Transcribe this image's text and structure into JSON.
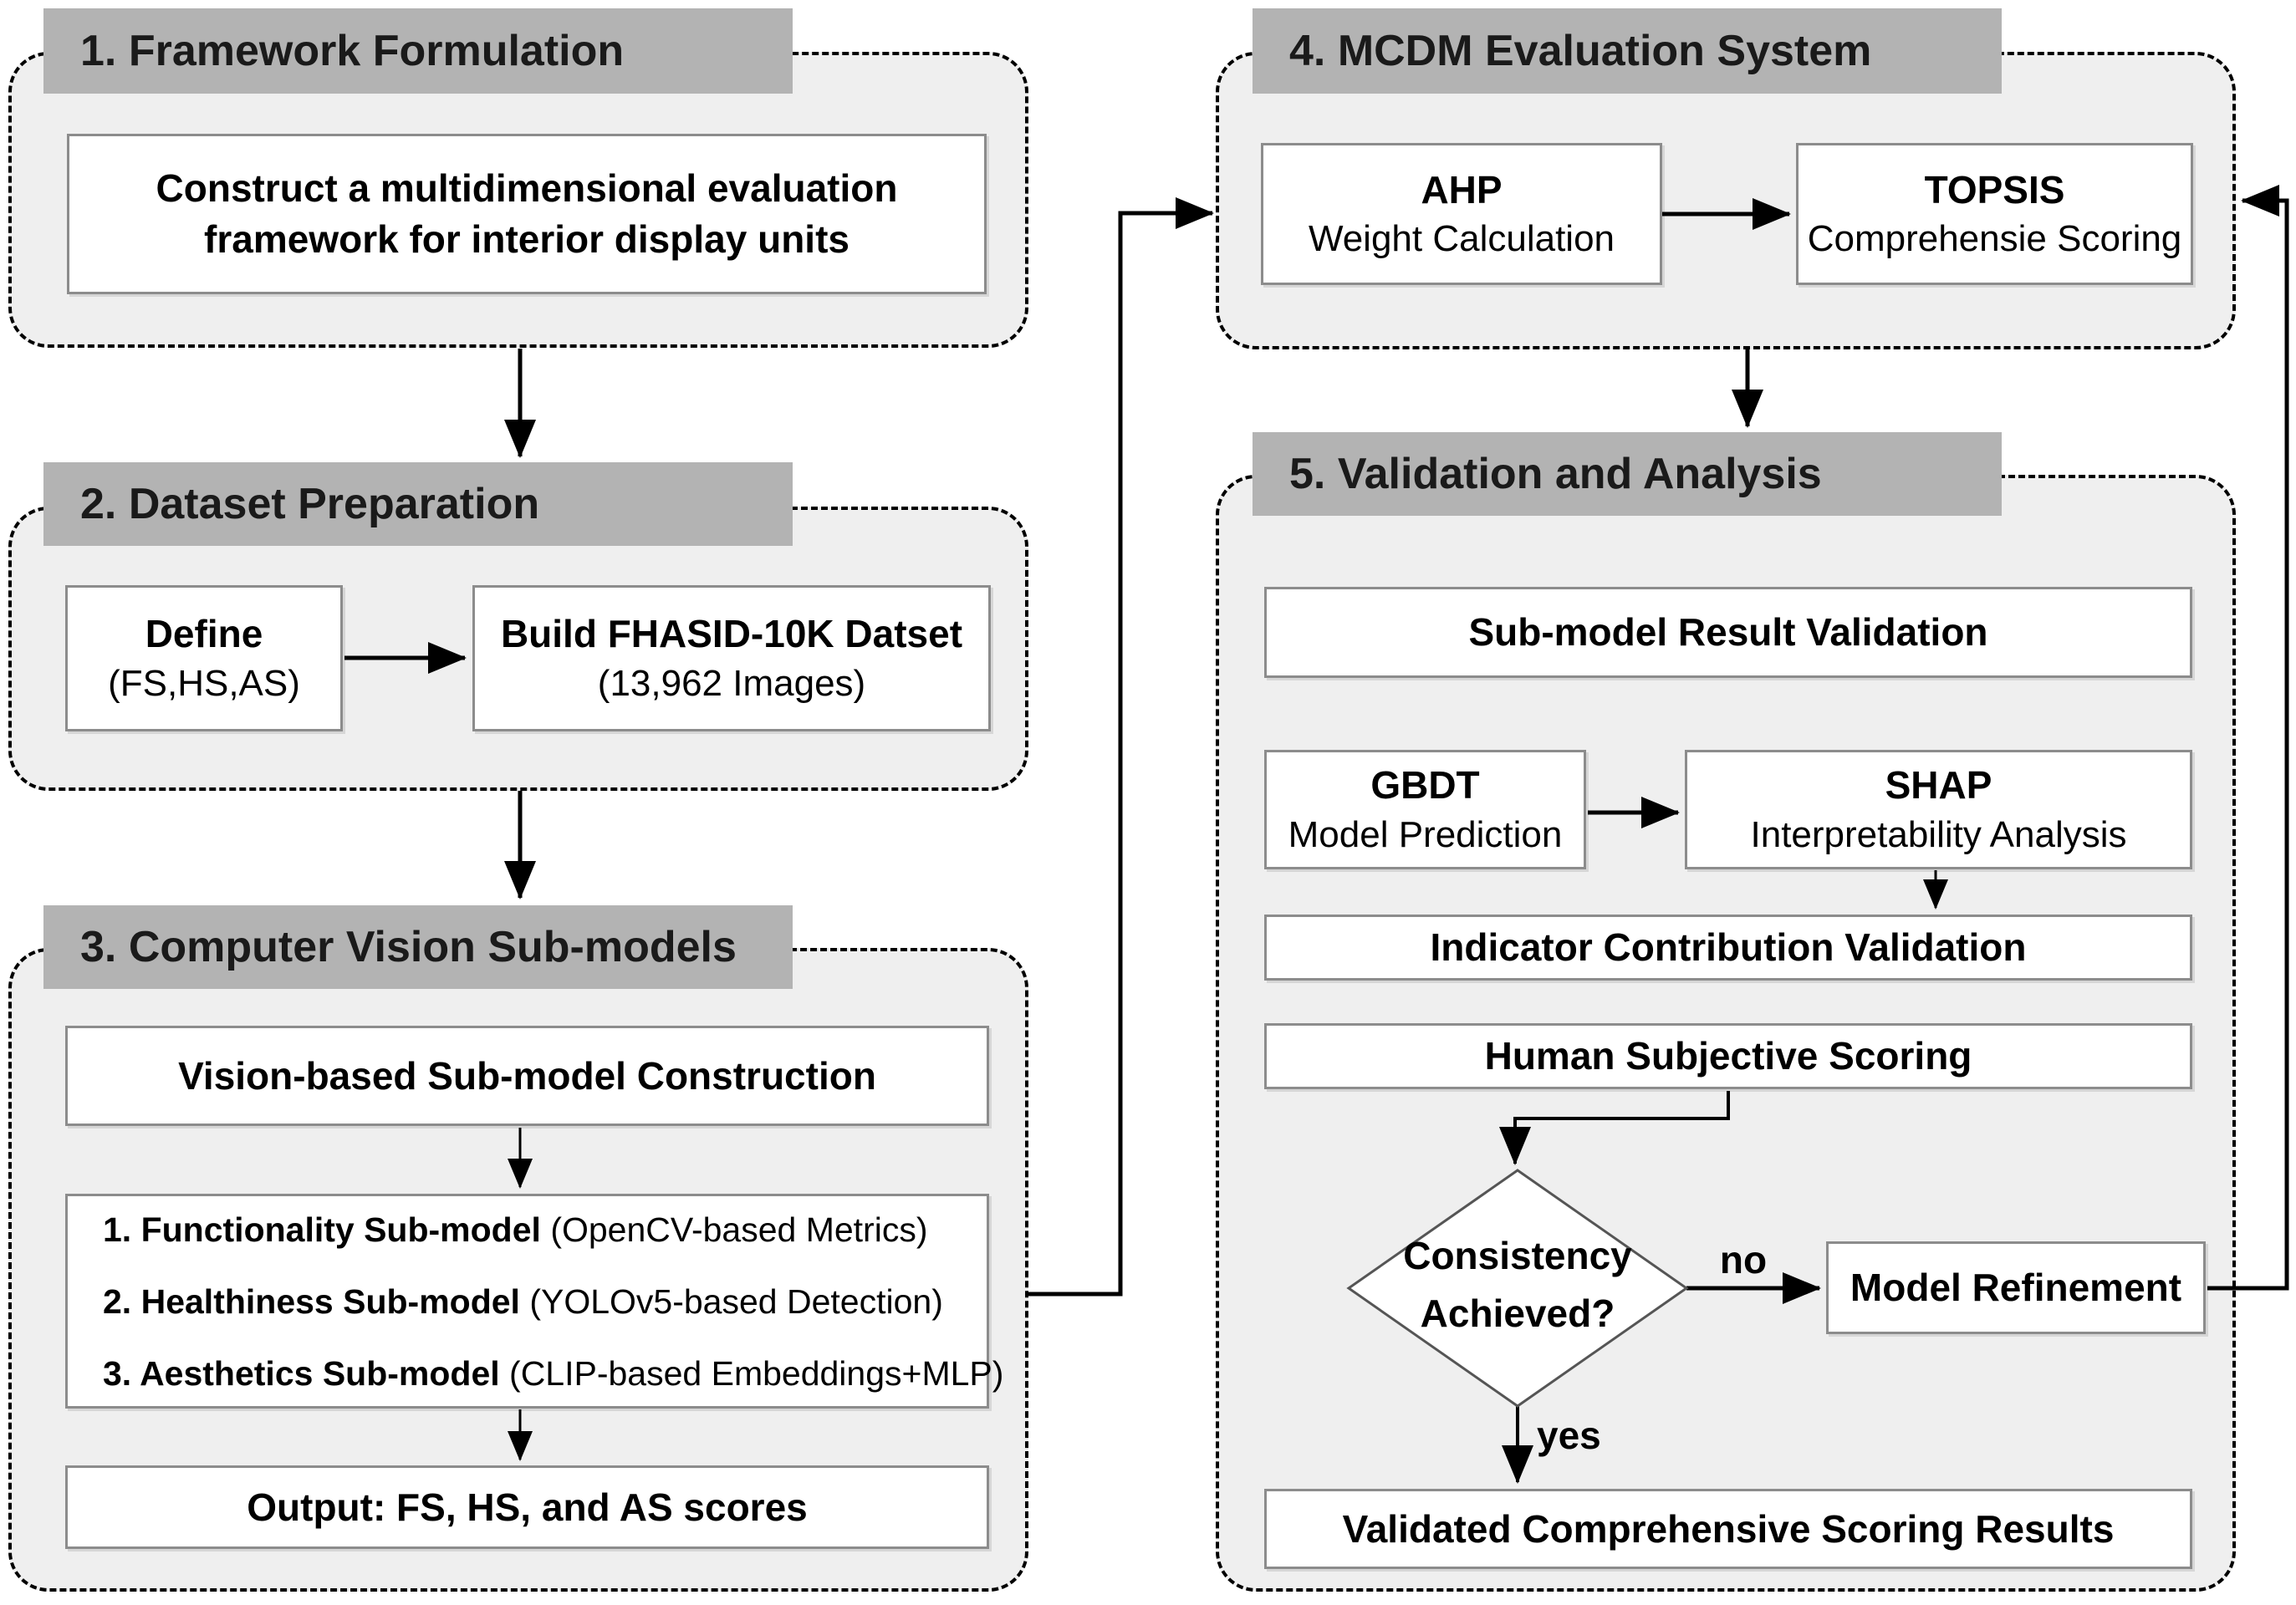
{
  "palette": {
    "page_bg": "#ffffff",
    "header_bg": "#b3b3b3",
    "header_text": "#1a1a1a",
    "container_bg": "#efefef",
    "container_border": "#000000",
    "box_bg": "#ffffff",
    "box_border": "#8c8c8c",
    "diamond_border": "#555555",
    "arrow": "#000000",
    "text": "#000000"
  },
  "sections": {
    "s1": {
      "title": "1. Framework Formulation"
    },
    "s2": {
      "title": "2. Dataset Preparation"
    },
    "s3": {
      "title": "3. Computer Vision Sub-models"
    },
    "s4": {
      "title": "4. MCDM Evaluation System"
    },
    "s5": {
      "title": "5. Validation and Analysis"
    }
  },
  "nodes": {
    "construct": {
      "line1": "Construct a multidimensional evaluation",
      "line2": "framework for interior display units"
    },
    "define": {
      "title": "Define",
      "subtitle": "(FS,HS,AS)"
    },
    "build": {
      "title": "Build FHASID-10K Datset",
      "subtitle": "(13,962 Images)"
    },
    "vision": {
      "title": "Vision-based Sub-model Construction"
    },
    "submodels": {
      "items": [
        {
          "strong": "1. Functionality Sub-model",
          "rest": " (OpenCV-based Metrics)"
        },
        {
          "strong": "2. Healthiness Sub-model",
          "rest": " (YOLOv5-based Detection)"
        },
        {
          "strong": "3. Aesthetics Sub-model",
          "rest": " (CLIP-based Embeddings+MLP)"
        }
      ]
    },
    "output": {
      "title": "Output: FS, HS, and AS scores"
    },
    "ahp": {
      "title": "AHP",
      "subtitle": "Weight Calculation"
    },
    "topsis": {
      "title": "TOPSIS",
      "subtitle": "Comprehensie Scoring"
    },
    "subval": {
      "title": "Sub-model Result Validation"
    },
    "gbdt": {
      "title": "GBDT",
      "subtitle": "Model Prediction"
    },
    "shap": {
      "title": "SHAP",
      "subtitle": "Interpretability Analysis"
    },
    "indicator": {
      "title": "Indicator Contribution Validation"
    },
    "human": {
      "title": "Human Subjective Scoring"
    },
    "consistency": {
      "line1": "Consistency",
      "line2": "Achieved?"
    },
    "refinement": {
      "title": "Model Refinement"
    },
    "validated": {
      "title": "Validated Comprehensive Scoring Results"
    }
  },
  "edge_labels": {
    "no": "no",
    "yes": "yes"
  }
}
